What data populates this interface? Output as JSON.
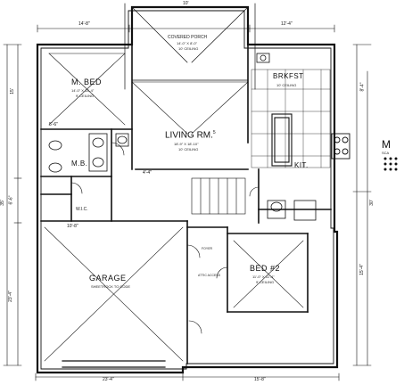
{
  "rooms": {
    "m_bed": {
      "name": "M. BED",
      "size": "14'-0\" X 13'-4\"",
      "ceiling": "9' CEILING"
    },
    "living": {
      "name": "LIVING RM.",
      "suffix": "5",
      "size": "18'-9\" X 18'-10\"",
      "ceiling": "10' CEILING"
    },
    "covered_porch": {
      "name": "COVERED PORCH",
      "size": "14'-0\" X 8'-0\"",
      "ceiling": "10' CEILING"
    },
    "brkfst": {
      "name": "BRKFST",
      "ceiling": "10' CEILING"
    },
    "kit": {
      "name": "KIT."
    },
    "mb": {
      "name": "M.B."
    },
    "wic": {
      "name": "W.I.C."
    },
    "garage": {
      "name": "GARAGE",
      "note": "SHEETROCK TO CODE"
    },
    "bed2": {
      "name": "BED #2",
      "size": "11'-0\" X 11'-4\"",
      "ceiling": "9' CEILING"
    },
    "foyer": {
      "name": "FOYER"
    },
    "attic": {
      "name": "ATTIC ACCESS"
    }
  },
  "dims": {
    "top_left": "14'-8\"",
    "top_right": "12'-4\"",
    "left_upper": "15'",
    "left_mid": "6'-6\"",
    "left_total": "35'",
    "left_lower": "23'-4\"",
    "right_upper": "8'-4\"",
    "right_mid": "30'",
    "right_low": "15'-4\"",
    "bottom_left": "23'-4\"",
    "bottom_right": "15'-8\"",
    "mb_width": "5'-6\"",
    "garage_width": "10'-8\"",
    "hall": "4'-4\"",
    "porch_depth": "10'"
  },
  "side_label": "M",
  "side_sub": "SCA"
}
